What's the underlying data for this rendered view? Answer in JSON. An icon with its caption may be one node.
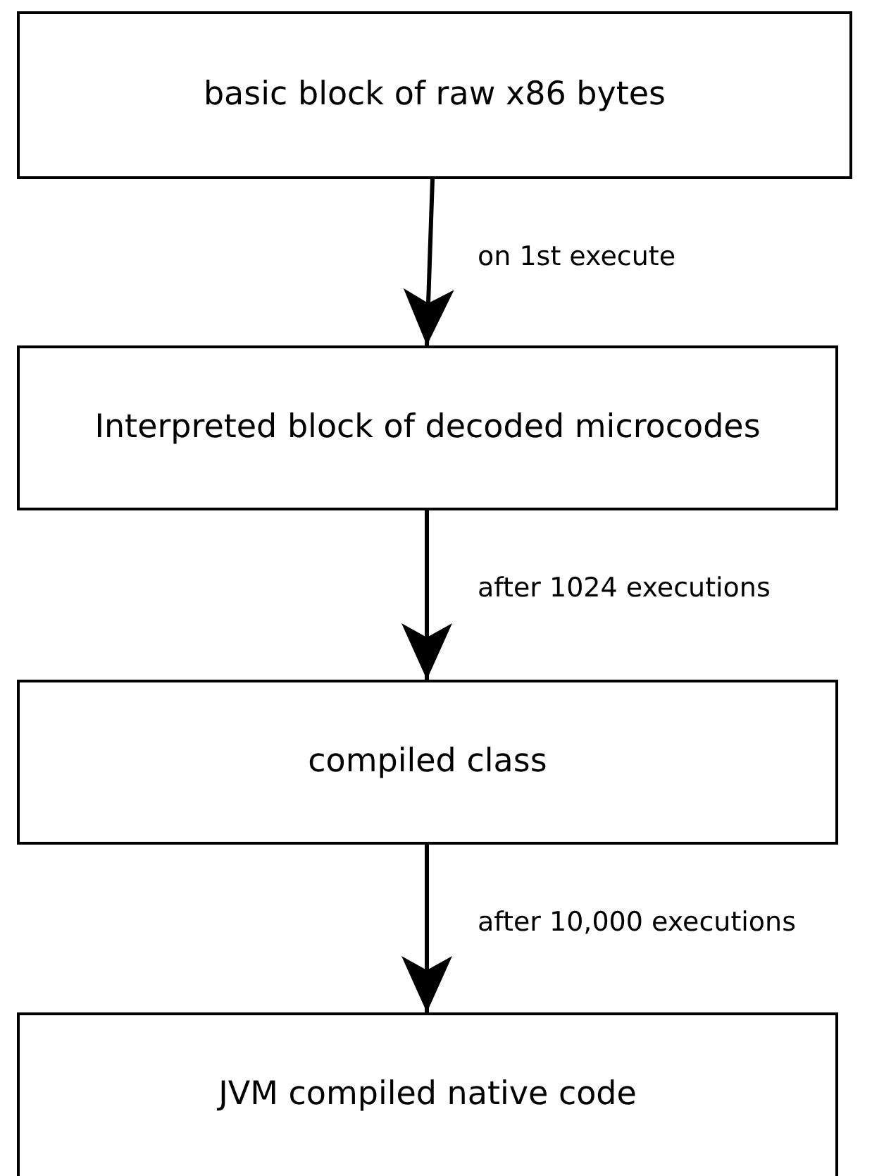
{
  "diagram": {
    "nodes": [
      {
        "text": [
          "basic block of raw x86 bytes"
        ]
      },
      {
        "text": [
          "Interpreted block of decoded microcodes"
        ]
      },
      {
        "text": [
          "compiled class"
        ]
      },
      {
        "text": [
          "JVM compiled native code"
        ]
      }
    ],
    "edges": [
      {
        "from": 0,
        "to": 1,
        "arrow": "to",
        "label": "on 1st execute"
      },
      {
        "from": 1,
        "to": 2,
        "arrow": "to",
        "label": "after 1024 executions"
      },
      {
        "from": 2,
        "to": 3,
        "arrow": "to",
        "label": "after 10,000 executions"
      }
    ]
  }
}
